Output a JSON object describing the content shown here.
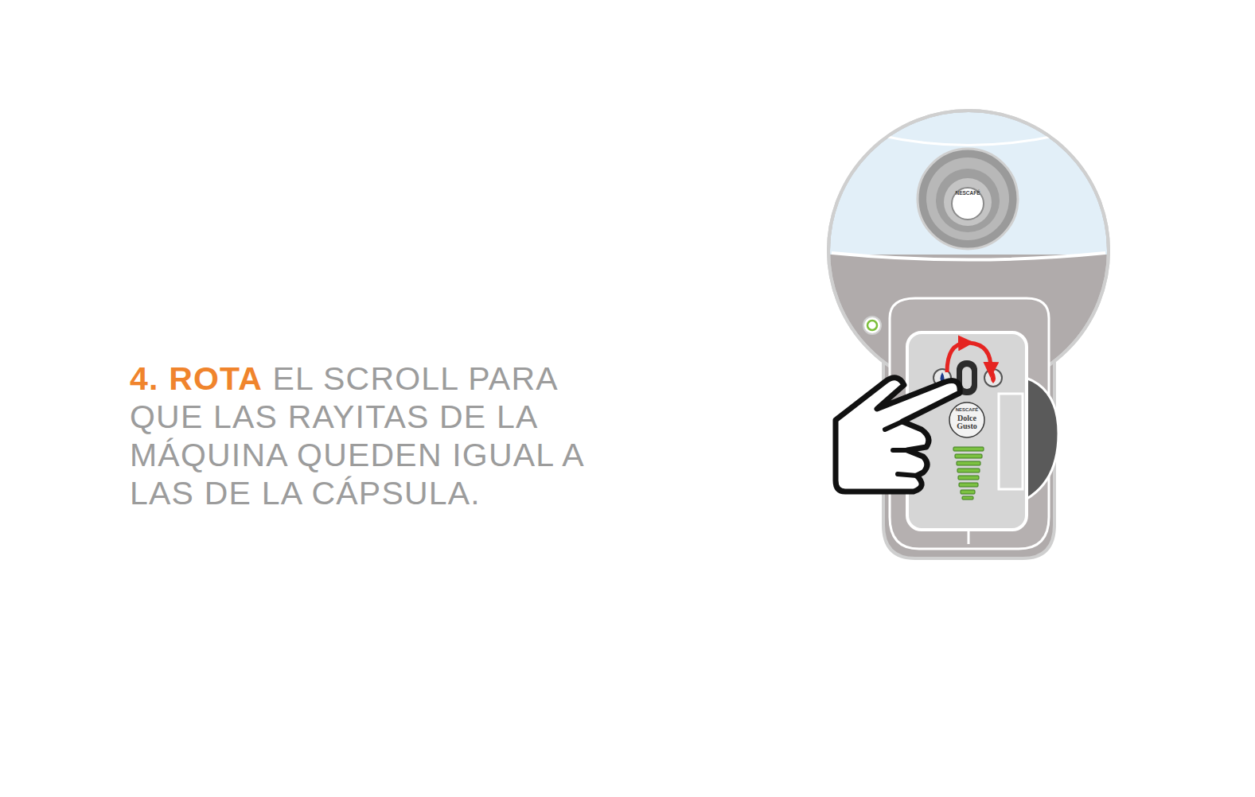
{
  "diagram": {
    "labels": [
      "4. ROTA",
      "EL SCROLL PARA QUE LAS RAYITAS DE LA MÁQUINA QUEDEN IGUAL A LAS DE LA CÁPSULA.",
      "NESCAFÉ",
      "NESCAFÉ",
      "Dolce Gusto"
    ]
  }
}
